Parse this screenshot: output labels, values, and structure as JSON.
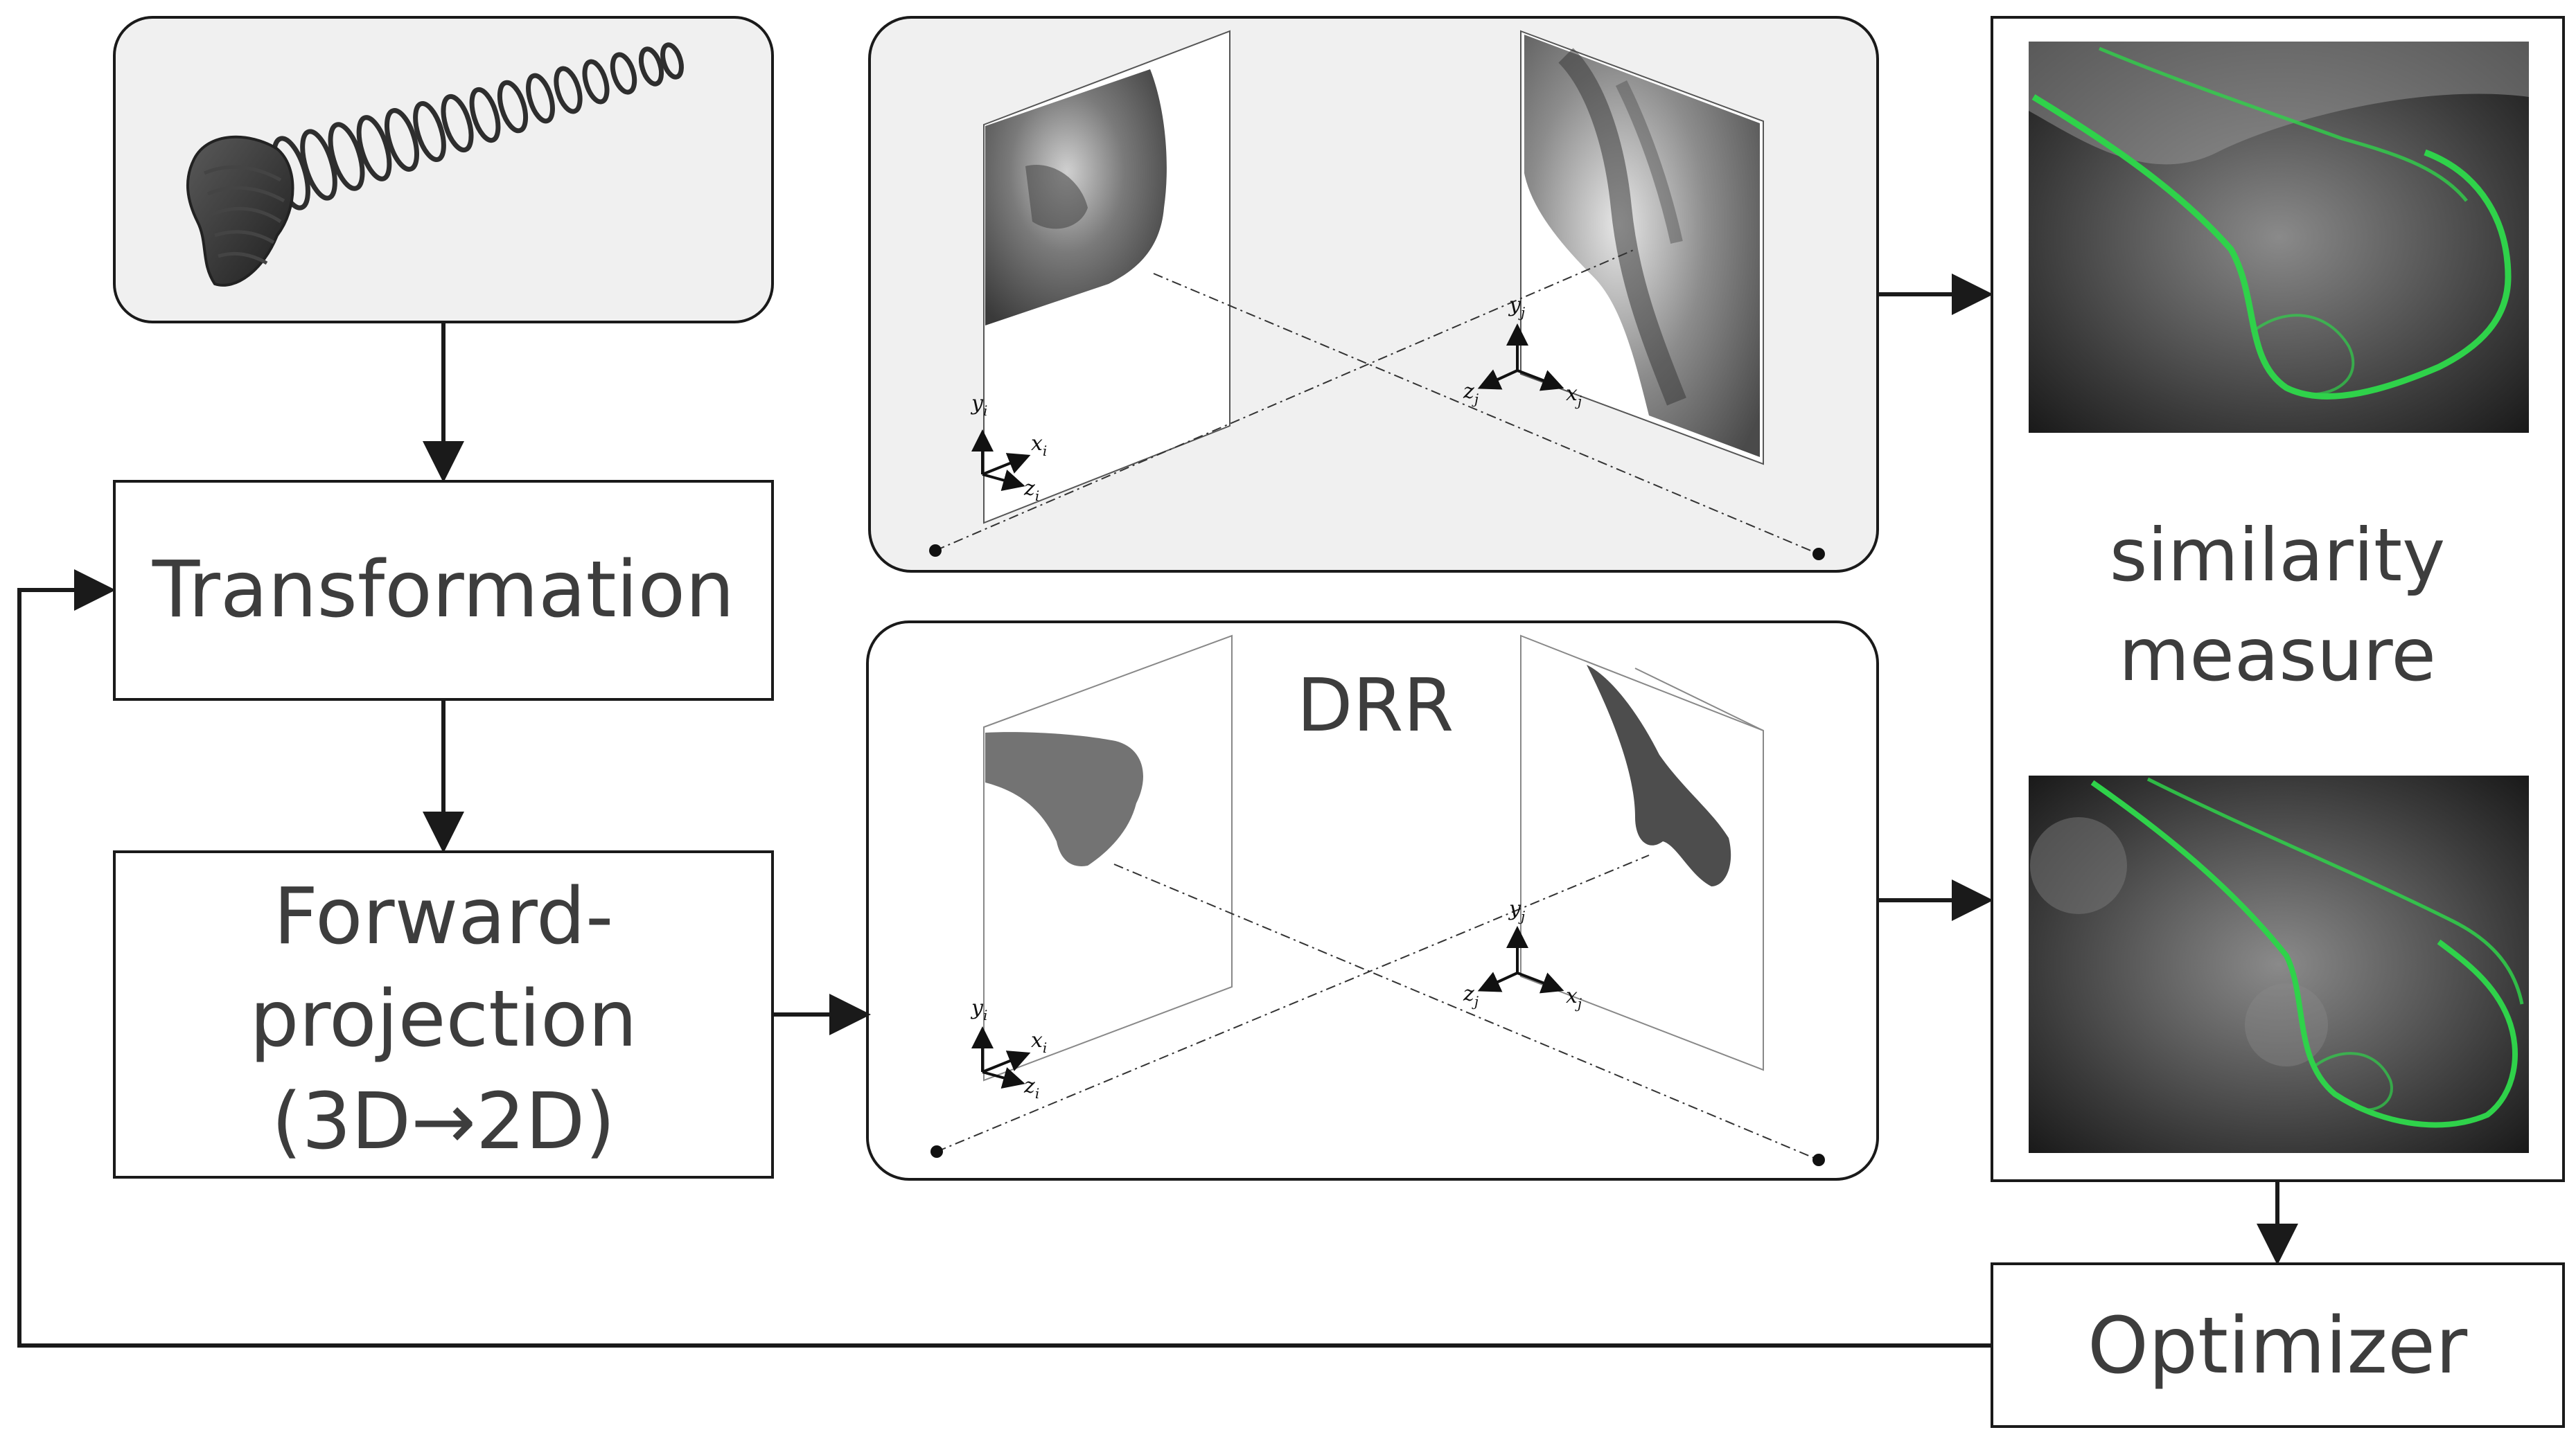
{
  "nodes": {
    "transformation": "Transformation",
    "forward_projection": [
      "Forward-",
      "projection",
      "(3D→2D)"
    ],
    "similarity": [
      "similarity",
      "measure"
    ],
    "optimizer": "Optimizer"
  },
  "drr_panel": {
    "label": "DRR"
  },
  "axes": {
    "left": {
      "y": "y",
      "x": "x",
      "z": "z",
      "sub": "i"
    },
    "right": {
      "y": "y",
      "x": "x",
      "z": "z",
      "sub": "j"
    }
  },
  "colors": {
    "panel_fill": "#f0f0f0",
    "line": "#1a1a1a",
    "overlay_edge": "#2fd24a",
    "image_dark": "#1c1c1c"
  },
  "icons": [
    "bone-model-3d-icon",
    "xray-image",
    "drr-image",
    "overlay-image"
  ]
}
